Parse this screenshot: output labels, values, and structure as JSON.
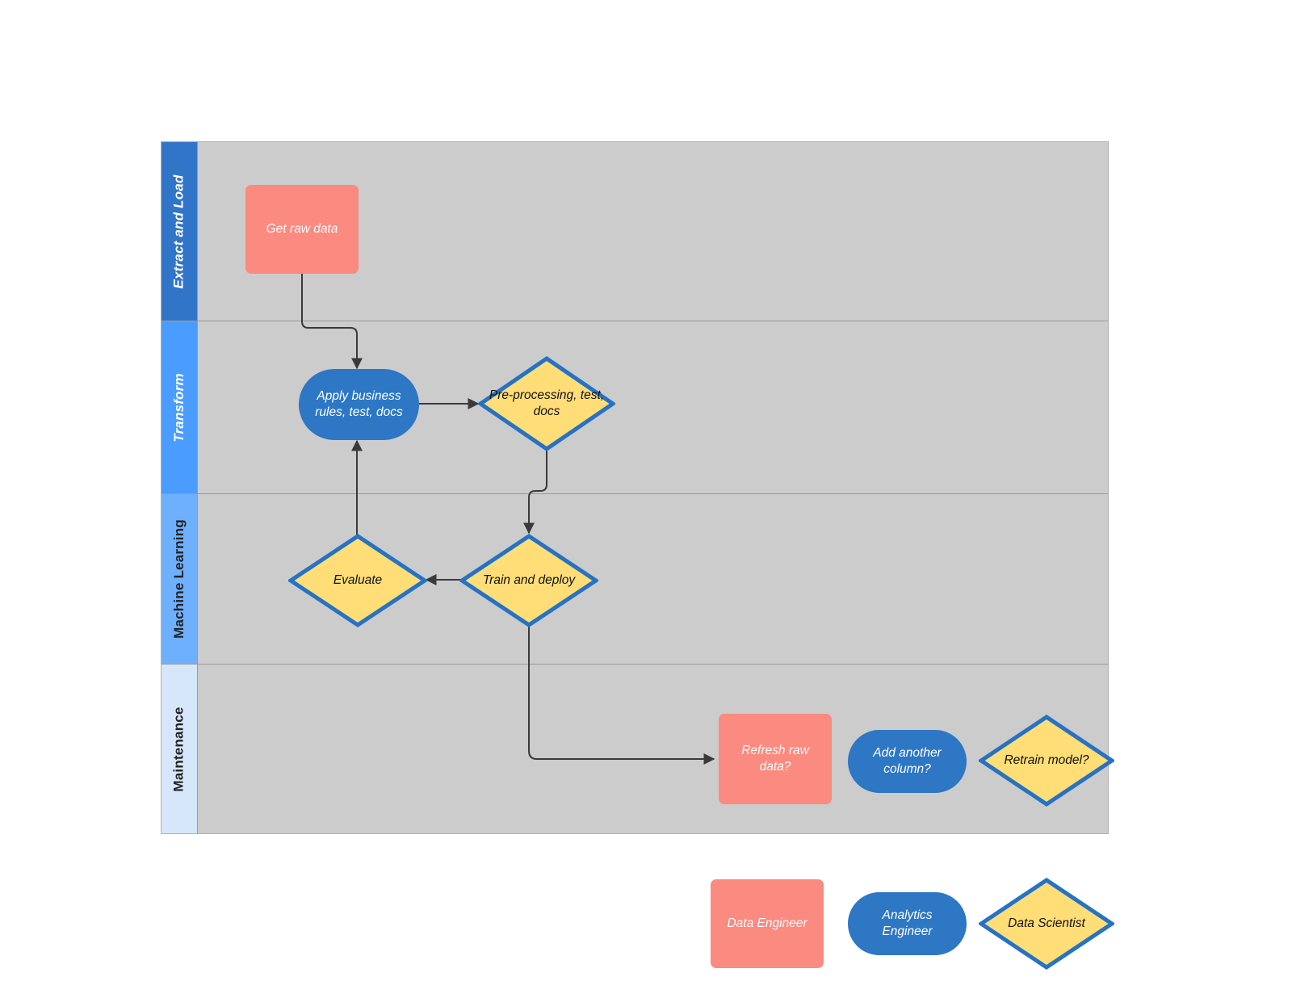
{
  "diagram": {
    "type": "swimlane-flowchart",
    "title": "Data and ML workflow swimlane diagram",
    "lanes": [
      {
        "id": "extract-and-load",
        "label": "Extract and Load",
        "header_color": "#3075C8",
        "label_color": "#ffffff",
        "orientation": "rotated"
      },
      {
        "id": "transform",
        "label": "Transform",
        "header_color": "#4A9CFE",
        "label_color": "#ffffff",
        "orientation": "rotated"
      },
      {
        "id": "machine-learning",
        "label": "Machine Learning",
        "header_color": "#6EB0FD",
        "label_color": "#222222",
        "orientation": "rotated"
      },
      {
        "id": "maintenance",
        "label": "Maintenance",
        "header_color": "#D6E7FB",
        "label_color": "#222222",
        "orientation": "rotated"
      }
    ],
    "lane_background": "#CCCCCC",
    "nodes": [
      {
        "id": "get-raw-data",
        "label": "Get raw data",
        "shape": "rounded-rect",
        "lane": "extract-and-load",
        "role": "Data Engineer"
      },
      {
        "id": "apply-business-rules",
        "label": "Apply business rules, test, docs",
        "shape": "pill",
        "lane": "transform",
        "role": "Analytics Engineer"
      },
      {
        "id": "pre-processing",
        "label": "Pre-processing, test, docs",
        "shape": "diamond",
        "lane": "transform",
        "role": "Data Scientist"
      },
      {
        "id": "evaluate",
        "label": "Evaluate",
        "shape": "diamond",
        "lane": "machine-learning",
        "role": "Data Scientist"
      },
      {
        "id": "train-and-deploy",
        "label": "Train and deploy",
        "shape": "diamond",
        "lane": "machine-learning",
        "role": "Data Scientist"
      },
      {
        "id": "refresh-raw-data",
        "label": "Refresh raw data?",
        "shape": "rounded-rect",
        "lane": "maintenance",
        "role": "Data Engineer"
      },
      {
        "id": "add-another-column",
        "label": "Add another column?",
        "shape": "pill",
        "lane": "maintenance",
        "role": "Analytics Engineer"
      },
      {
        "id": "retrain-model",
        "label": "Retrain model?",
        "shape": "diamond",
        "lane": "maintenance",
        "role": "Data Scientist"
      }
    ],
    "edges": [
      {
        "from": "get-raw-data",
        "to": "apply-business-rules",
        "label": ""
      },
      {
        "from": "apply-business-rules",
        "to": "pre-processing",
        "label": ""
      },
      {
        "from": "pre-processing",
        "to": "train-and-deploy",
        "label": ""
      },
      {
        "from": "train-and-deploy",
        "to": "evaluate",
        "label": ""
      },
      {
        "from": "evaluate",
        "to": "apply-business-rules",
        "label": ""
      },
      {
        "from": "train-and-deploy",
        "to": "refresh-raw-data",
        "label": ""
      }
    ],
    "legend": {
      "items": [
        {
          "id": "data-engineer",
          "label": "Data Engineer",
          "shape": "rounded-rect"
        },
        {
          "id": "analytics-engineer",
          "label": "Analytics Engineer",
          "shape": "pill"
        },
        {
          "id": "data-scientist",
          "label": "Data Scientist",
          "shape": "diamond"
        }
      ]
    },
    "colors": {
      "data_engineer_fill": "#FB8A80",
      "analytics_engineer_fill": "#2D77C4",
      "data_scientist_fill": "#FFDD77",
      "data_scientist_stroke": "#2672C4",
      "connector": "#3A3A3A",
      "lane_fill": "#CCCCCC",
      "lane_border": "#9A9A9A"
    }
  }
}
